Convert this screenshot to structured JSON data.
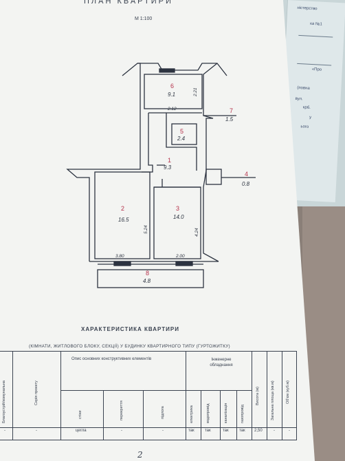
{
  "header": {
    "title": "ПЛАН КВАРТИРИ",
    "scale": "М 1:100"
  },
  "plan": {
    "rooms": [
      {
        "number": "6",
        "area": "9.1"
      },
      {
        "number": "5",
        "area": "2.4"
      },
      {
        "number": "7",
        "area": "1.5"
      },
      {
        "number": "1",
        "area": "9.3"
      },
      {
        "number": "4",
        "area": "0.8"
      },
      {
        "number": "2",
        "area": "16.5"
      },
      {
        "number": "3",
        "area": "14.0"
      },
      {
        "number": "8",
        "area": "4.8"
      }
    ],
    "dimensions": [
      "2.21",
      "2.12",
      "5.24",
      "4.24",
      "3.80",
      "2.00"
    ]
  },
  "characteristics": {
    "title": "ХАРАКТЕРИСТИКА КВАРТИРИ",
    "subtitle": "(КІМНАТИ, ЖИТЛОВОГО БЛОКУ, СЕКЦІЇ) У БУДИНКУ КВАРТИРНОГО ТИПУ (ГУРТОЖИТКУ)",
    "table": {
      "col_left": "Благоустрій/комунальна",
      "col_series": "Серія проекту",
      "group_construction": "Опис основних конструктивних елементів",
      "group_engineering": "Інженерне обладнання",
      "sub_walls": "стіни",
      "sub_floors": "перекриття",
      "sub_flooring": "підлога",
      "sub_electric": "електрика",
      "sub_water": "водопровід",
      "sub_sewer": "каналізація",
      "sub_gas": "газопровід",
      "col_height": "Висота (м)",
      "col_area": "Загальна площа (кв.м)",
      "col_volume": "Об'єм (куб.м)",
      "row": {
        "left": "-",
        "series": "-",
        "walls": "цегла",
        "floors": "-",
        "flooring": "-",
        "electric": "так",
        "water": "так",
        "sewer": "так",
        "gas": "так",
        "height": "2,50",
        "area": "-",
        "volume": "-"
      }
    }
  },
  "page_number": "2",
  "side_document": {
    "line1": "ністерство",
    "line2": "ка №1",
    "line3": "«Про",
    "line4": "(повна",
    "line5": "вул.",
    "line6": "крб.",
    "line7": "у",
    "line8": "ього"
  }
}
